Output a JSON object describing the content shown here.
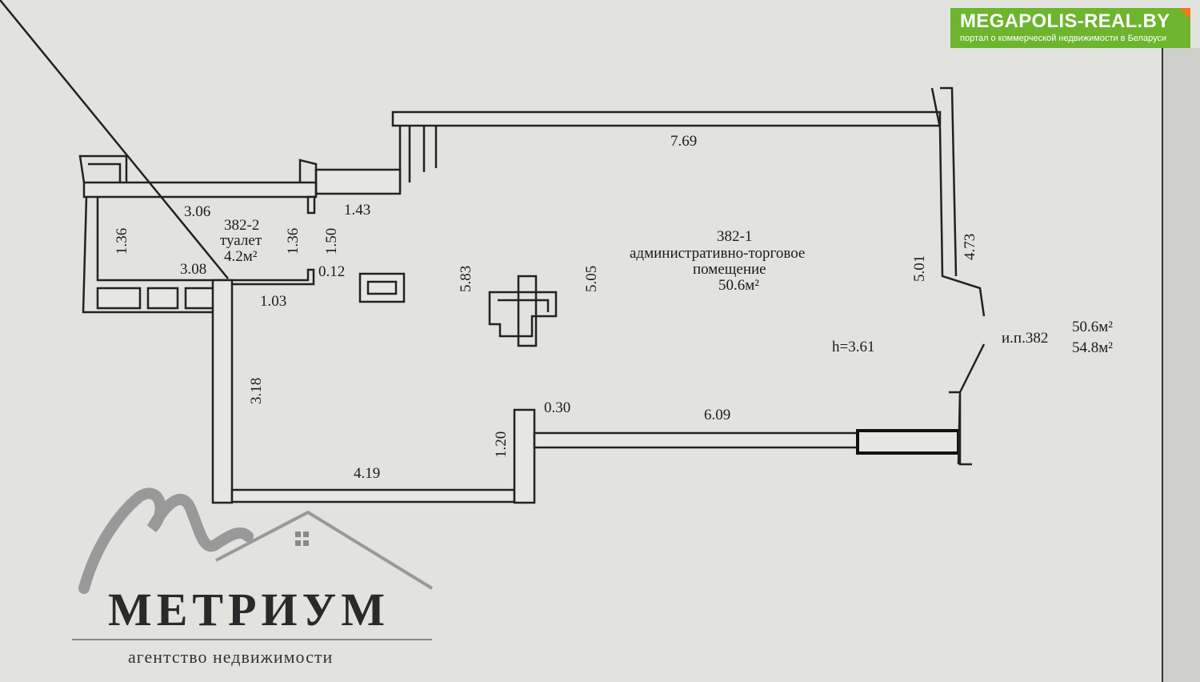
{
  "watermark": {
    "title": "MEGAPOLIS-REAL.BY",
    "subtitle": "портал о коммерческой недвижимости в Беларуси"
  },
  "logo": {
    "name": "МЕТРИУМ",
    "tagline": "агентство недвижимости"
  },
  "rooms": [
    {
      "id": "382-1",
      "name": "административно-торговое",
      "name2": "помещение",
      "area": "50.6м²"
    },
    {
      "id": "382-2",
      "name": "туалет",
      "area": "4.2м²"
    }
  ],
  "premises": {
    "label": "и.п.382",
    "area1": "50.6м²",
    "area2": "54.8м²",
    "height": "h=3.61"
  },
  "dimensions": {
    "top": "7.69",
    "toilet_top": "3.06",
    "toilet_bottom": "3.08",
    "step": "1.43",
    "toilet_left": "1.36",
    "toilet_right": "1.36",
    "d150": "1.50",
    "d012": "0.12",
    "d103": "1.03",
    "d583": "5.83",
    "d505": "5.05",
    "d501": "5.01",
    "d473": "4.73",
    "d318": "3.18",
    "d419": "4.19",
    "d120": "1.20",
    "d030": "0.30",
    "d609": "6.09"
  }
}
